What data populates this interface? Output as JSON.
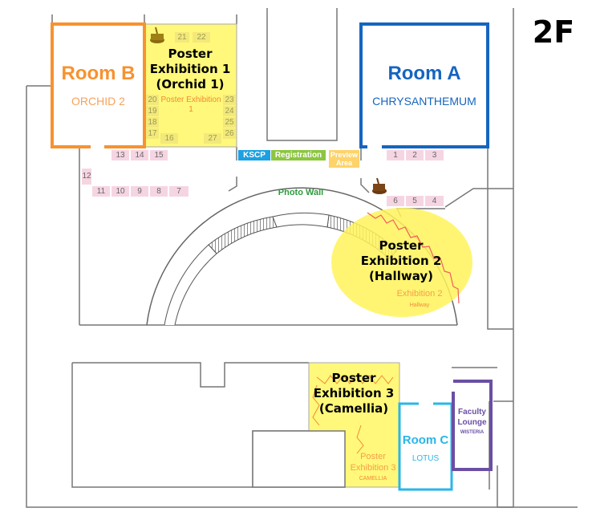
{
  "floor_label": "2F",
  "colors": {
    "room_b": "#f7922f",
    "room_a": "#1565c0",
    "room_c": "#29b6e8",
    "faculty": "#6a4fa3",
    "poster": "#fff87a",
    "booth": "#f6d5e3",
    "kscp": "#1ba1e2",
    "registration": "#8cc63f",
    "preview": "#fdd36a",
    "photo_wall": "#2e9a3c"
  },
  "rooms": {
    "room_b": {
      "name": "Room B",
      "sub": "ORCHID 2"
    },
    "room_a": {
      "name": "Room A",
      "sub": "CHRYSANTHEMUM"
    },
    "room_c": {
      "name": "Room C",
      "sub": "LOTUS"
    },
    "faculty": {
      "name1": "Faculty",
      "name2": "Lounge",
      "sub": "WISTERIA"
    }
  },
  "posters": {
    "p1": {
      "l1": "Poster",
      "l2": "Exhibition 1",
      "l3": "(Orchid 1)",
      "map_label": "Poster Exhibition 1"
    },
    "p2": {
      "l1": "Poster",
      "l2": "Exhibition 2",
      "l3": "(Hallway)",
      "map_label": "Exhibition 2",
      "map_sub": "Hallway"
    },
    "p3": {
      "l1": "Poster",
      "l2": "Exhibition 3",
      "l3": "(Camellia)",
      "map_l1": "Poster",
      "map_l2": "Exhibition 3",
      "map_sub": "CAMELLIA"
    }
  },
  "desks": {
    "kscp": "KSCP",
    "registration": "Registration",
    "preview1": "Preview",
    "preview2": "Area",
    "photo_wall": "Photo Wall"
  },
  "icons": {
    "coffee": "coffee-cup-icon"
  },
  "booths": {
    "b1": "1",
    "b2": "2",
    "b3": "3",
    "b4": "4",
    "b5": "5",
    "b6": "6",
    "b7": "7",
    "b8": "8",
    "b9": "9",
    "b10": "10",
    "b11": "11",
    "b12": "12",
    "b13": "13",
    "b14": "14",
    "b15": "15"
  },
  "poster_booths": {
    "p16": "16",
    "p17": "17",
    "p18": "18",
    "p19": "19",
    "p20": "20",
    "p21": "21",
    "p22": "22",
    "p23": "23",
    "p24": "24",
    "p25": "25",
    "p26": "26",
    "p27": "27"
  }
}
